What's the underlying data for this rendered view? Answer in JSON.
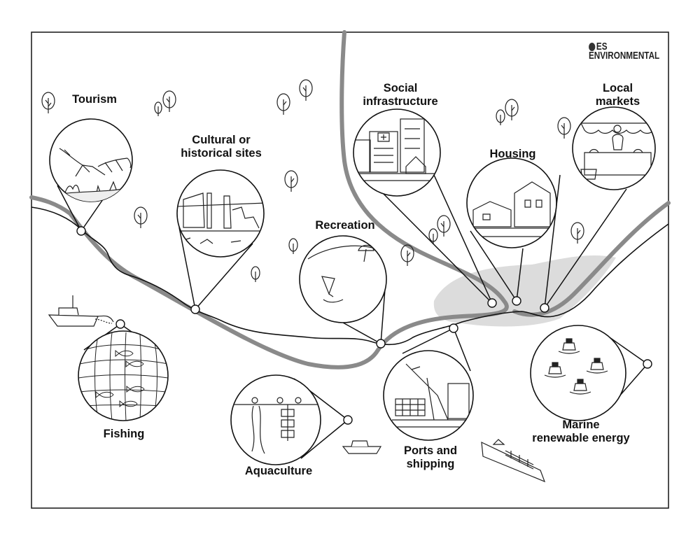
{
  "logo": {
    "line1": "ES",
    "line2": "ENVIRONMENTAL"
  },
  "labels": {
    "tourism": [
      "Tourism"
    ],
    "cultural": [
      "Cultural or",
      "historical sites"
    ],
    "social": [
      "Social",
      "infrastructure"
    ],
    "local_markets": [
      "Local",
      "markets"
    ],
    "housing": [
      "Housing"
    ],
    "recreation": [
      "Recreation"
    ],
    "fishing": [
      "Fishing"
    ],
    "aquaculture": [
      "Aquaculture"
    ],
    "ports": [
      "Ports and",
      "shipping"
    ],
    "marine_energy": [
      "Marine",
      "renewable energy"
    ]
  },
  "colors": {
    "river": "#8a8a8a",
    "urban_haze": "#dcdcdc",
    "line": "#111111"
  }
}
